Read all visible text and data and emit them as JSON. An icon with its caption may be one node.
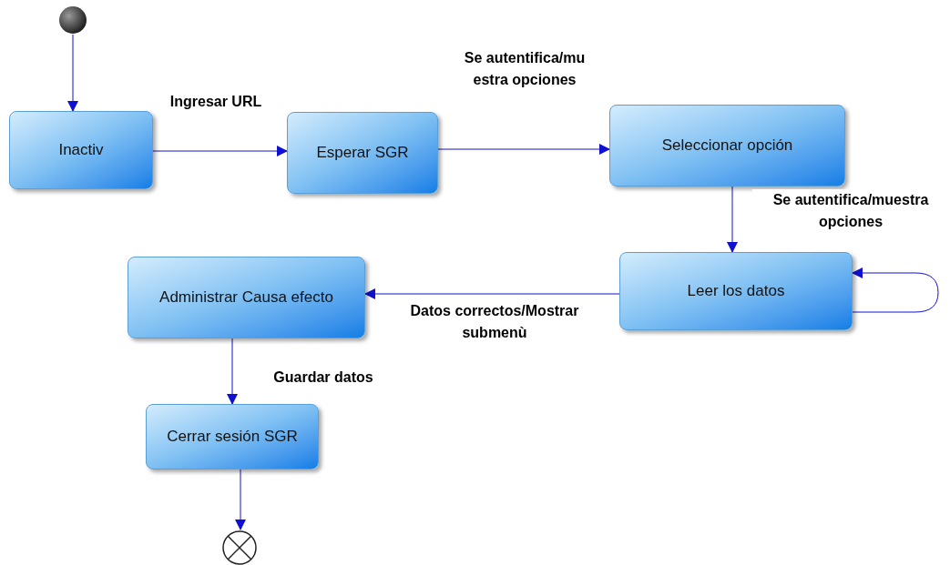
{
  "diagram": {
    "nodes": [
      {
        "text": [],
        "shape": "circle"
      },
      {
        "text": [
          "Inactiv"
        ]
      },
      {
        "text": [
          "Esperar SGR"
        ]
      },
      {
        "text": [
          "Seleccionar opción"
        ]
      },
      {
        "text": [
          "Leer los datos"
        ]
      },
      {
        "text": [
          "Administrar Causa efecto"
        ]
      },
      {
        "text": [
          "Cerrar sesión SGR"
        ]
      },
      {
        "text": [],
        "shape": "circle"
      }
    ],
    "edges": [
      {
        "from": 0,
        "to": 1,
        "arrow": "to"
      },
      {
        "from": 1,
        "to": 2,
        "arrow": "to",
        "label": "Ingresar URL"
      },
      {
        "from": 2,
        "to": 3,
        "arrow": "to",
        "label": "Se autentifica/mu estra opciones"
      },
      {
        "from": 3,
        "to": 4,
        "arrow": "to",
        "label": "Se autentifica/muestra opciones"
      },
      {
        "from": 4,
        "to": 4,
        "arrow": "to"
      },
      {
        "from": 4,
        "to": 5,
        "arrow": "to",
        "label": "Datos correctos/Mostrar submenù"
      },
      {
        "from": 5,
        "to": 6,
        "arrow": "to",
        "label": "Guardar datos"
      },
      {
        "from": 6,
        "to": 7,
        "arrow": "to"
      }
    ]
  }
}
